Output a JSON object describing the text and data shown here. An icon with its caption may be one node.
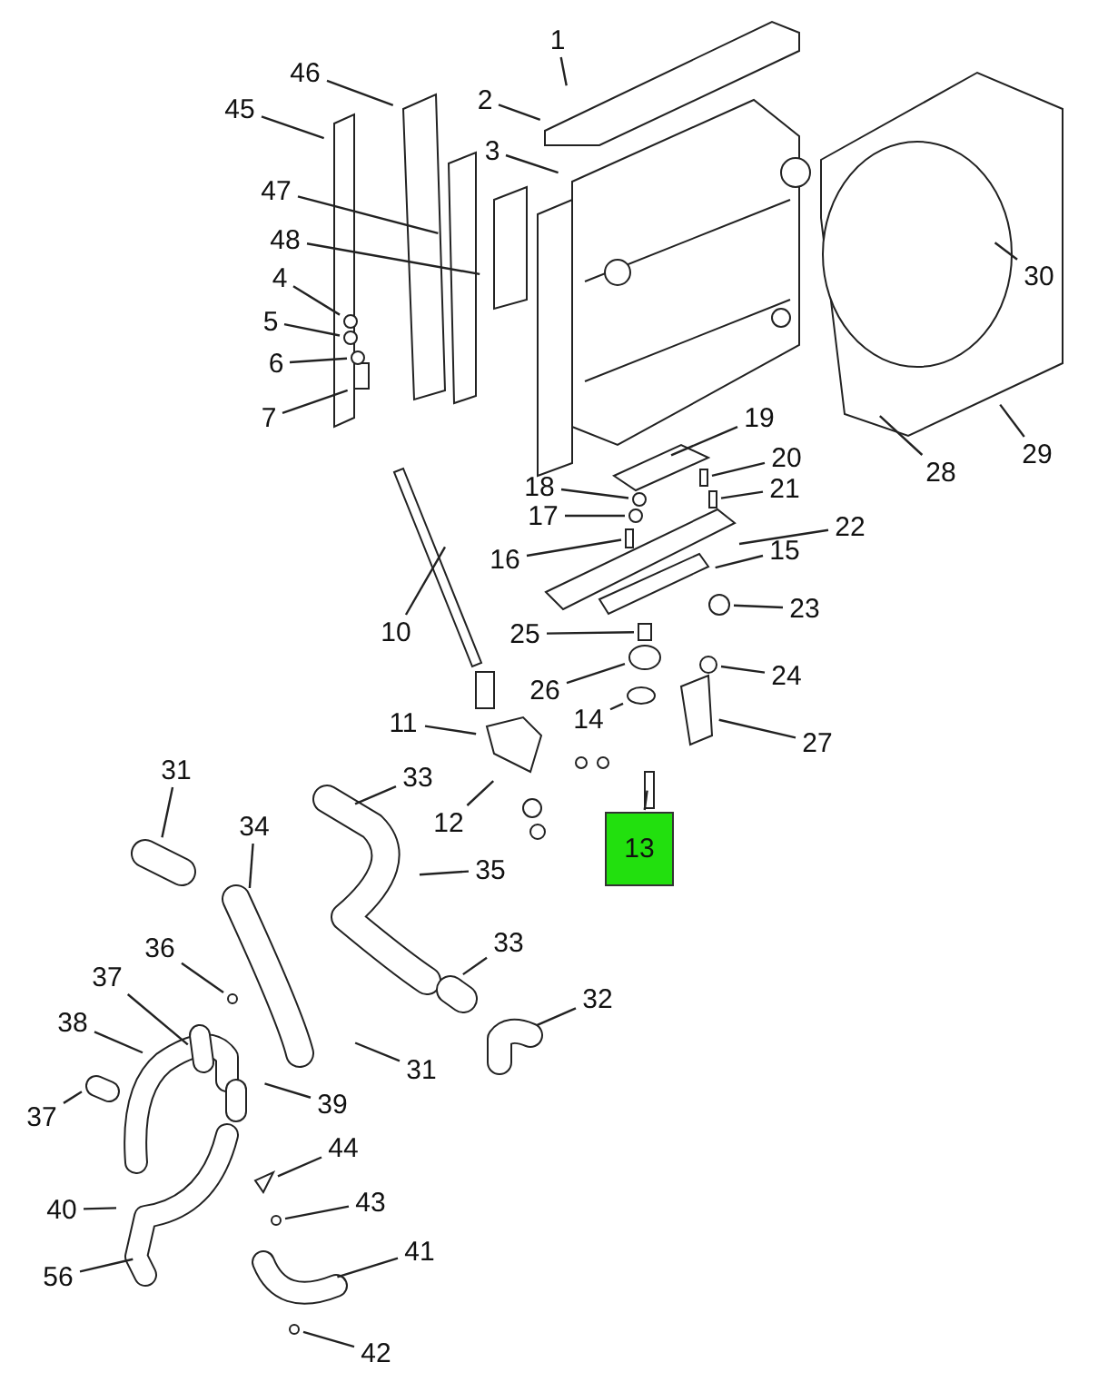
{
  "diagram": {
    "nodes": [
      {
        "text": [
          "1"
        ]
      },
      {
        "text": [
          "46"
        ]
      },
      {
        "text": [
          "2"
        ]
      },
      {
        "text": [
          "45"
        ]
      },
      {
        "text": [
          "3"
        ]
      },
      {
        "text": [
          "47"
        ]
      },
      {
        "text": [
          "48"
        ]
      },
      {
        "text": [
          "4"
        ]
      },
      {
        "text": [
          "5"
        ]
      },
      {
        "text": [
          "6"
        ]
      },
      {
        "text": [
          "7"
        ]
      },
      {
        "text": [
          "30"
        ]
      },
      {
        "text": [
          "19"
        ]
      },
      {
        "text": [
          "20"
        ]
      },
      {
        "text": [
          "28"
        ]
      },
      {
        "text": [
          "29"
        ]
      },
      {
        "text": [
          "18"
        ]
      },
      {
        "text": [
          "21"
        ]
      },
      {
        "text": [
          "17"
        ]
      },
      {
        "text": [
          "22"
        ]
      },
      {
        "text": [
          "16"
        ]
      },
      {
        "text": [
          "15"
        ]
      },
      {
        "text": [
          "23"
        ]
      },
      {
        "text": [
          "25"
        ]
      },
      {
        "text": [
          "10"
        ]
      },
      {
        "text": [
          "26"
        ]
      },
      {
        "text": [
          "24"
        ]
      },
      {
        "text": [
          "14"
        ]
      },
      {
        "text": [
          "27"
        ]
      },
      {
        "text": [
          "11"
        ]
      },
      {
        "text": [
          "31"
        ]
      },
      {
        "text": [
          "33"
        ]
      },
      {
        "text": [
          "12"
        ]
      },
      {
        "text": [
          "13"
        ]
      },
      {
        "text": [
          "34"
        ]
      },
      {
        "text": [
          "35"
        ]
      },
      {
        "text": [
          "33"
        ]
      },
      {
        "text": [
          "36"
        ]
      },
      {
        "text": [
          "37"
        ]
      },
      {
        "text": [
          "38"
        ]
      },
      {
        "text": [
          "32"
        ]
      },
      {
        "text": [
          "31"
        ]
      },
      {
        "text": [
          "39"
        ]
      },
      {
        "text": [
          "37"
        ]
      },
      {
        "text": [
          "44"
        ]
      },
      {
        "text": [
          "43"
        ]
      },
      {
        "text": [
          "40"
        ]
      },
      {
        "text": [
          "41"
        ]
      },
      {
        "text": [
          "56"
        ]
      },
      {
        "text": [
          "42"
        ]
      },
      {
        "text": [],
        "shape": "circle"
      },
      {
        "text": [],
        "shape": "circle"
      },
      {
        "text": [],
        "shape": "circle"
      },
      {
        "text": [],
        "shape": "circle"
      },
      {
        "text": [],
        "shape": "circle"
      },
      {
        "text": [],
        "shape": "circle"
      },
      {
        "text": [],
        "shape": "box"
      },
      {
        "text": [],
        "shape": "circle"
      },
      {
        "text": [],
        "shape": "circle"
      },
      {
        "text": [],
        "shape": "circle"
      },
      {
        "text": [],
        "shape": "circle"
      },
      {
        "text": [],
        "shape": "picture"
      },
      {
        "text": [],
        "shape": "circle"
      },
      {
        "text": [],
        "shape": "circle"
      },
      {
        "text": [],
        "shape": "bar"
      },
      {
        "text": [],
        "shape": "box"
      },
      {
        "text": [],
        "shape": "box"
      },
      {
        "text": [],
        "shape": "box"
      }
    ],
    "edges": [
      {
        "from": 0,
        "to": null,
        "arrow": "none"
      },
      {
        "from": 1,
        "to": null,
        "arrow": "none"
      },
      {
        "from": 2,
        "to": null,
        "arrow": "none"
      },
      {
        "from": 3,
        "to": null,
        "arrow": "none"
      },
      {
        "from": 4,
        "to": null,
        "arrow": "none"
      },
      {
        "from": 5,
        "to": null,
        "arrow": "none"
      },
      {
        "from": 6,
        "to": null,
        "arrow": "none"
      },
      {
        "from": 7,
        "to": 50,
        "arrow": "none"
      },
      {
        "from": 8,
        "to": 51,
        "arrow": "none"
      },
      {
        "from": 9,
        "to": 52,
        "arrow": "none"
      },
      {
        "from": 10,
        "to": null,
        "arrow": "none"
      },
      {
        "from": 11,
        "to": null,
        "arrow": "none"
      },
      {
        "from": 12,
        "to": null,
        "arrow": "none"
      },
      {
        "from": 13,
        "to": 67,
        "arrow": "none"
      },
      {
        "from": 14,
        "to": null,
        "arrow": "none"
      },
      {
        "from": 15,
        "to": null,
        "arrow": "none"
      },
      {
        "from": 16,
        "to": 53,
        "arrow": "none"
      },
      {
        "from": 17,
        "to": 65,
        "arrow": "none"
      },
      {
        "from": 18,
        "to": 54,
        "arrow": "none"
      },
      {
        "from": 19,
        "to": 64,
        "arrow": "none"
      },
      {
        "from": 20,
        "to": 66,
        "arrow": "none"
      },
      {
        "from": 21,
        "to": null,
        "arrow": "none"
      },
      {
        "from": 22,
        "to": 55,
        "arrow": "none"
      },
      {
        "from": 23,
        "to": 56,
        "arrow": "none"
      },
      {
        "from": 24,
        "to": null,
        "arrow": "none"
      },
      {
        "from": 25,
        "to": 57,
        "arrow": "none"
      },
      {
        "from": 26,
        "to": 58,
        "arrow": "none"
      },
      {
        "from": 27,
        "to": 59,
        "arrow": "none"
      },
      {
        "from": 28,
        "to": null,
        "arrow": "none"
      },
      {
        "from": 29,
        "to": null,
        "arrow": "none"
      },
      {
        "from": 30,
        "to": null,
        "arrow": "none"
      },
      {
        "from": 31,
        "to": null,
        "arrow": "none"
      },
      {
        "from": 32,
        "to": null,
        "arrow": "none"
      },
      {
        "from": 33,
        "to": null,
        "arrow": "none"
      },
      {
        "from": 34,
        "to": null,
        "arrow": "none"
      },
      {
        "from": 35,
        "to": null,
        "arrow": "none"
      },
      {
        "from": 36,
        "to": null,
        "arrow": "none"
      },
      {
        "from": 37,
        "to": 60,
        "arrow": "none"
      },
      {
        "from": 38,
        "to": null,
        "arrow": "none"
      },
      {
        "from": 39,
        "to": null,
        "arrow": "none"
      },
      {
        "from": 40,
        "to": null,
        "arrow": "none"
      },
      {
        "from": 41,
        "to": null,
        "arrow": "none"
      },
      {
        "from": 42,
        "to": null,
        "arrow": "none"
      },
      {
        "from": 43,
        "to": null,
        "arrow": "none"
      },
      {
        "from": 44,
        "to": 61,
        "arrow": "none"
      },
      {
        "from": 45,
        "to": 62,
        "arrow": "none"
      },
      {
        "from": 46,
        "to": null,
        "arrow": "none"
      },
      {
        "from": 47,
        "to": null,
        "arrow": "none"
      },
      {
        "from": 48,
        "to": null,
        "arrow": "none"
      },
      {
        "from": 49,
        "to": 63,
        "arrow": "none"
      }
    ]
  }
}
